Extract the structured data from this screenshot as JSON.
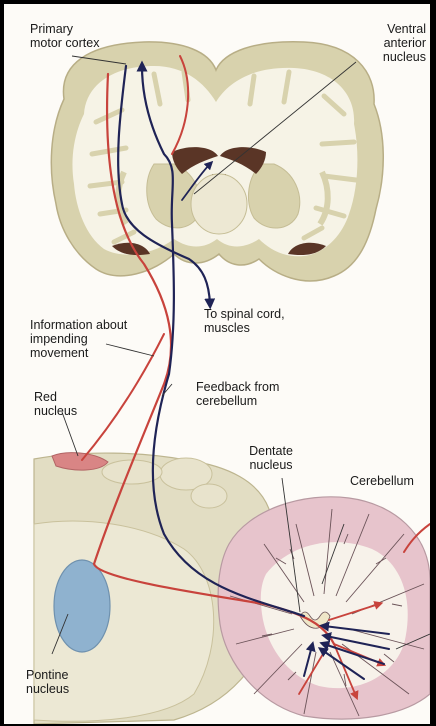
{
  "labels": {
    "primary_motor_cortex": "Primary\nmotor cortex",
    "ventral_anterior_nucleus": "Ventral\nanterior\nnucleus",
    "to_spinal_cord": "To spinal cord,\nmuscles",
    "info_impending": "Information about\nimpending\nmovement",
    "feedback": "Feedback from\ncerebellum",
    "red_nucleus": "Red\nnucleus",
    "dentate_nucleus": "Dentate\nnucleus",
    "cerebellum": "Cerebellum",
    "pontine_nucleus": "Pontine\nnucleus"
  },
  "colors": {
    "background": "#fdfbf7",
    "white_matter": "#f6f3e6",
    "gray_matter": "#d8d2ad",
    "ventricle": "#5a3526",
    "pathway_red": "#c8433c",
    "pathway_navy": "#1f2356",
    "brainstem": "#e2ddc3",
    "pontine_nucleus": "#8fb2cf",
    "red_nucleus": "#d98585",
    "cerebellar_cortex": "#e7c4cc"
  }
}
